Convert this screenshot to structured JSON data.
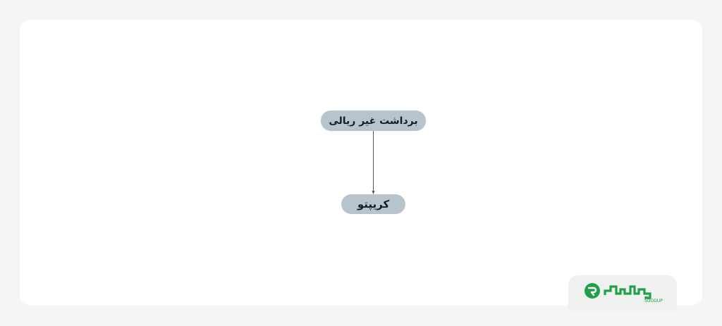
{
  "diagram": {
    "nodes": [
      {
        "id": "root",
        "label": "برداشت غیر ریالی"
      },
      {
        "id": "crypto",
        "label": "کریپتو"
      }
    ],
    "edges": [
      {
        "from": "root",
        "to": "crypto"
      }
    ]
  },
  "logo": {
    "wordmark": "سودآپ",
    "latin": "SOODUP",
    "color": "#21a04a"
  },
  "colors": {
    "node_fill": "#b8c4cc",
    "node_text": "#0f1e2e",
    "connector": "#555555",
    "background": "#f4f6f4",
    "canvas": "#ffffff"
  }
}
